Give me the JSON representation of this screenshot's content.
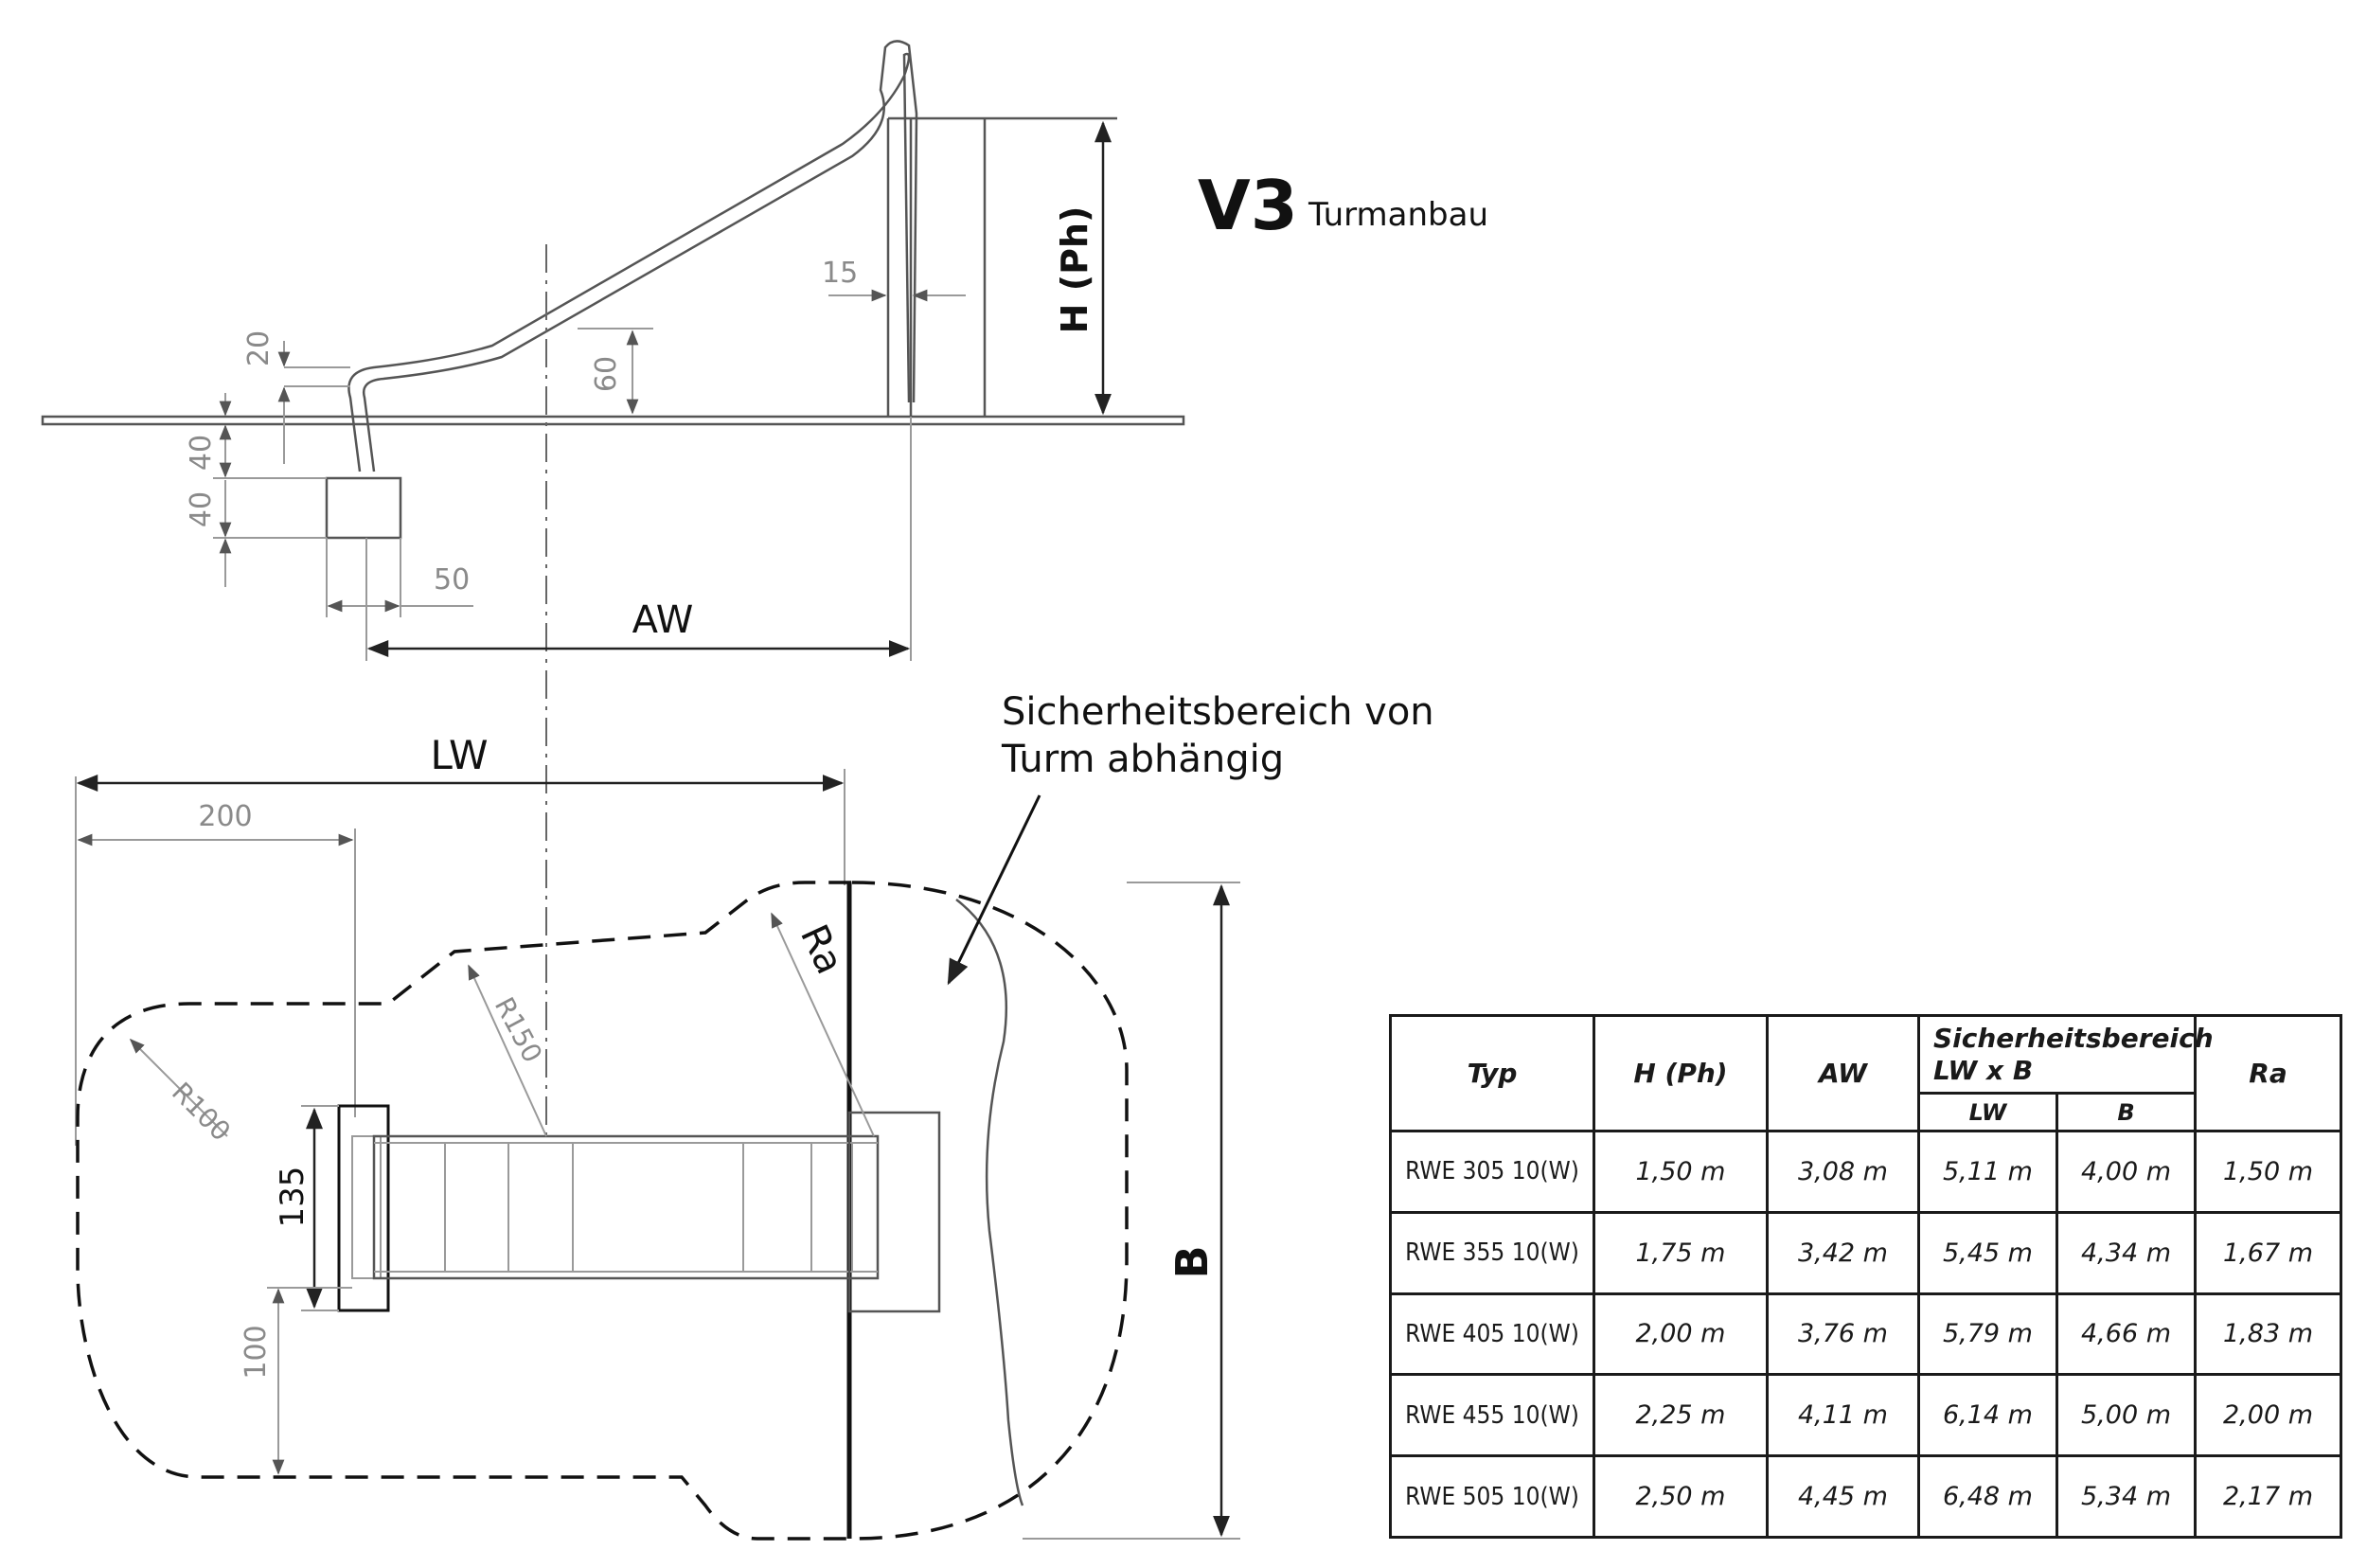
{
  "title": {
    "code": "V3",
    "subtitle": "Turmanbau"
  },
  "side_view": {
    "height_label": "H (Ph)",
    "dim_15": "15",
    "dim_20": "20",
    "dim_60": "60",
    "dim_40_upper": "40",
    "dim_40_lower": "40",
    "dim_50": "50",
    "aw_label": "AW"
  },
  "plan_view": {
    "lw_label": "LW",
    "dim_200": "200",
    "r100": "R100",
    "r150": "R150",
    "ra_label": "Ra",
    "dim_135": "135",
    "dim_100": "100",
    "b_label": "B",
    "note_line1": "Sicherheitsbereich von",
    "note_line2": "Turm abhängig"
  },
  "table": {
    "headers": {
      "typ": "Typ",
      "h": "H (Ph)",
      "aw": "AW",
      "group_line1": "Sicherheitsbereich",
      "group_line2": "LW x B",
      "lw": "LW",
      "b": "B",
      "ra": "Ra"
    },
    "rows": [
      {
        "typ": "RWE 305 10(W)",
        "h": "1,50 m",
        "aw": "3,08 m",
        "lw": "5,11 m",
        "b": "4,00 m",
        "ra": "1,50 m"
      },
      {
        "typ": "RWE 355 10(W)",
        "h": "1,75 m",
        "aw": "3,42 m",
        "lw": "5,45 m",
        "b": "4,34 m",
        "ra": "1,67 m"
      },
      {
        "typ": "RWE 405 10(W)",
        "h": "2,00 m",
        "aw": "3,76 m",
        "lw": "5,79 m",
        "b": "4,66 m",
        "ra": "1,83 m"
      },
      {
        "typ": "RWE 455 10(W)",
        "h": "2,25 m",
        "aw": "4,11 m",
        "lw": "6,14 m",
        "b": "5,00 m",
        "ra": "2,00 m"
      },
      {
        "typ": "RWE 505 10(W)",
        "h": "2,50 m",
        "aw": "4,45 m",
        "lw": "6,48 m",
        "b": "5,34 m",
        "ra": "2,17 m"
      }
    ]
  }
}
